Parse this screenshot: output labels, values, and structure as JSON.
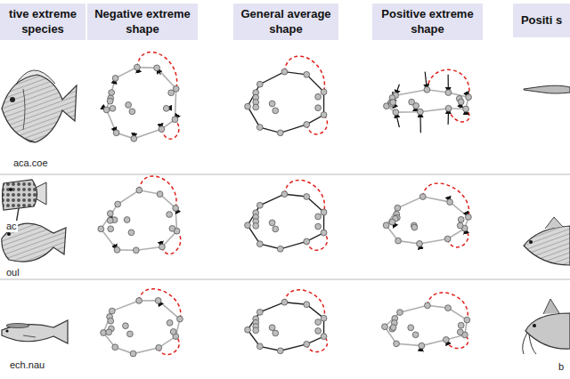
{
  "diagram": {
    "nodes": [
      {
        "text": [
          "tive extreme species"
        ]
      },
      {
        "text": [
          "Negative extreme shape"
        ]
      },
      {
        "text": [
          "General average shape"
        ]
      },
      {
        "text": [
          "Positive extreme shape"
        ]
      },
      {
        "text": [
          "Positi s"
        ]
      }
    ],
    "labels": [
      "aca.coe",
      "ac",
      "oul",
      "ech.nau",
      "b"
    ]
  }
}
